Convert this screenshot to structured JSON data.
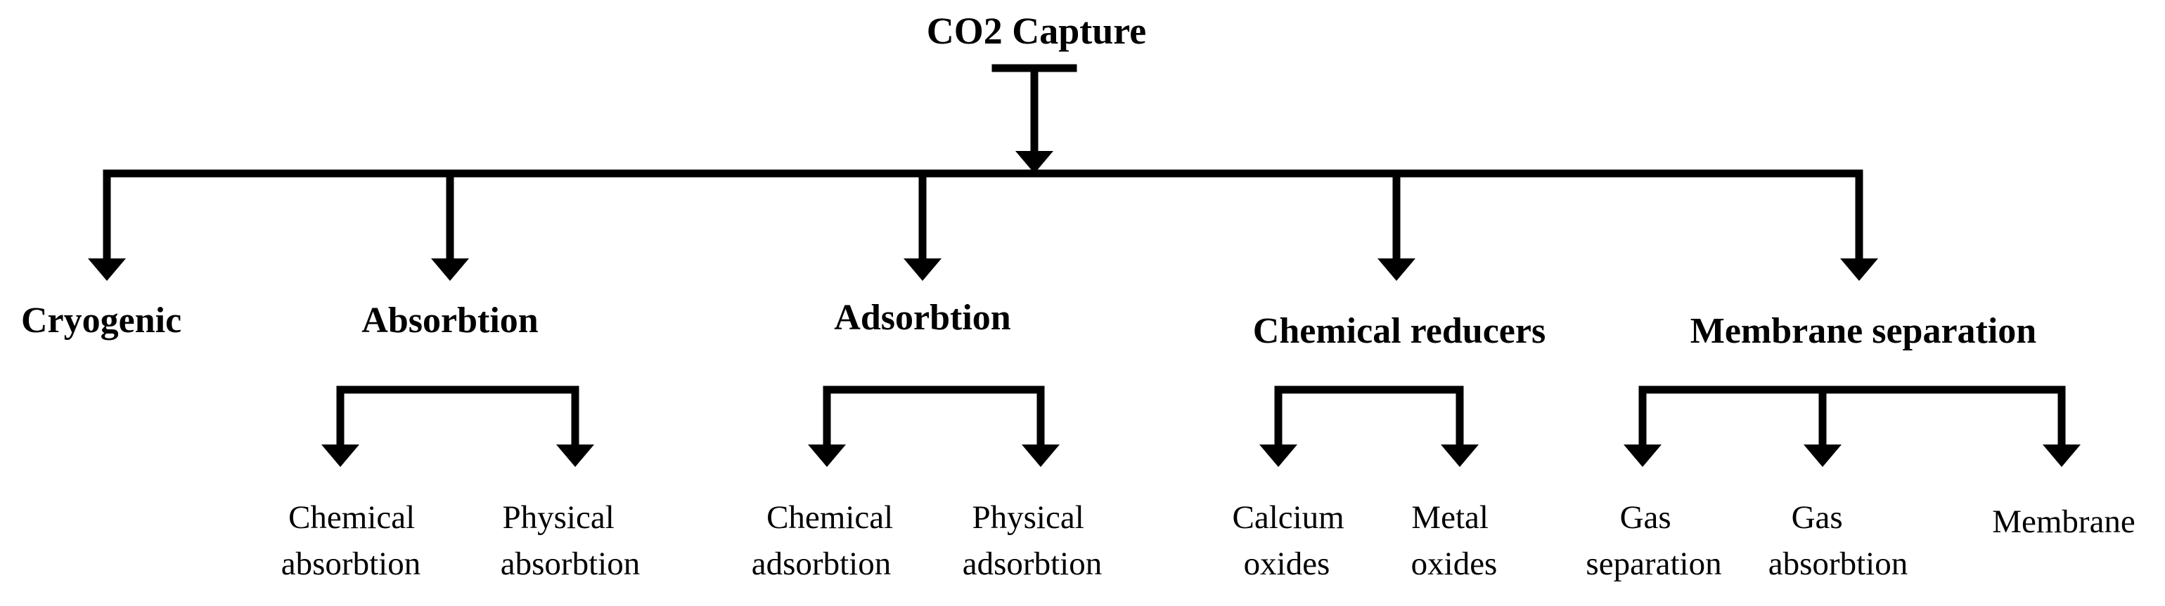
{
  "root": {
    "label": "CO2 Capture"
  },
  "categories": [
    {
      "label": "Cryogenic",
      "children": []
    },
    {
      "label": "Absorbtion",
      "children": [
        {
          "lines": [
            "Chemical",
            "absorbtion"
          ]
        },
        {
          "lines": [
            "Physical",
            "absorbtion"
          ]
        }
      ]
    },
    {
      "label": "Adsorbtion",
      "children": [
        {
          "lines": [
            "Chemical",
            "adsorbtion"
          ]
        },
        {
          "lines": [
            "Physical",
            "adsorbtion"
          ]
        }
      ]
    },
    {
      "label": "Chemical reducers",
      "children": [
        {
          "lines": [
            "Calcium",
            "oxides"
          ]
        },
        {
          "lines": [
            "Metal",
            "oxides"
          ]
        }
      ]
    },
    {
      "label": "Membrane separation",
      "children": [
        {
          "lines": [
            "Gas",
            "separation"
          ]
        },
        {
          "lines": [
            "Gas",
            "absorbtion"
          ]
        },
        {
          "lines": [
            "Membrane"
          ]
        }
      ]
    }
  ],
  "colors": {
    "stroke": "#000000",
    "text": "#000000",
    "background": "#ffffff"
  }
}
